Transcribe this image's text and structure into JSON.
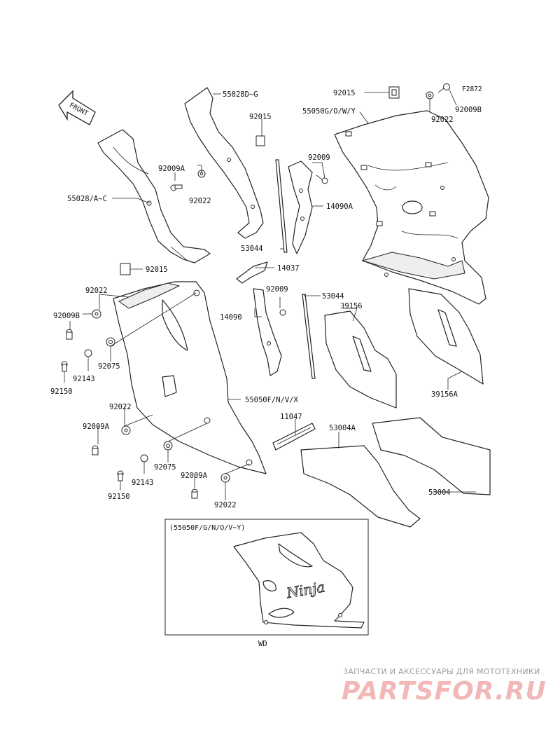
{
  "diagram": {
    "figure_code": "F2872",
    "front_label": "FRONT",
    "inset": {
      "title": "(55050F/G/N/O/V~Y)",
      "caption": "WD",
      "emblem_text": "Ninja"
    },
    "labels": {
      "l_55028DG": "55028D~G",
      "l_92015_a": "92015",
      "l_92009A_a": "92009A",
      "l_92022_a": "92022",
      "l_55028AC": "55028/A~C",
      "l_92009_a": "92009",
      "l_14090A": "14090A",
      "l_53044_a": "53044",
      "l_14037": "14037",
      "l_92015_b": "92015",
      "l_55050GOWY": "55050G/O/W/Y",
      "l_92022_b": "92022",
      "l_92009B_a": "92009B",
      "l_92015_c": "92015",
      "l_92022_c": "92022",
      "l_92009B_b": "92009B",
      "l_92075_a": "92075",
      "l_92143_a": "92143",
      "l_92150_a": "92150",
      "l_92009_b": "92009",
      "l_14090": "14090",
      "l_53044_b": "53044",
      "l_39156": "39156",
      "l_39156A": "39156A",
      "l_55050FNVX": "55050F/N/V/X",
      "l_11047": "11047",
      "l_53004A": "53004A",
      "l_53004": "53004",
      "l_92022_d": "92022",
      "l_92009A_b": "92009A",
      "l_92075_b": "92075",
      "l_92143_b": "92143",
      "l_92150_b": "92150",
      "l_92009A_c": "92009A",
      "l_92022_e": "92022"
    }
  },
  "watermark": {
    "tagline": "ЗАПЧАСТИ И АКСЕССУАРЫ ДЛЯ МОТОТЕХНИКИ",
    "logo": "PARTSFOR.RU"
  },
  "colors": {
    "line": "#222222",
    "watermark_logo": "#f2b8b8",
    "watermark_text": "#9a9a9a"
  }
}
